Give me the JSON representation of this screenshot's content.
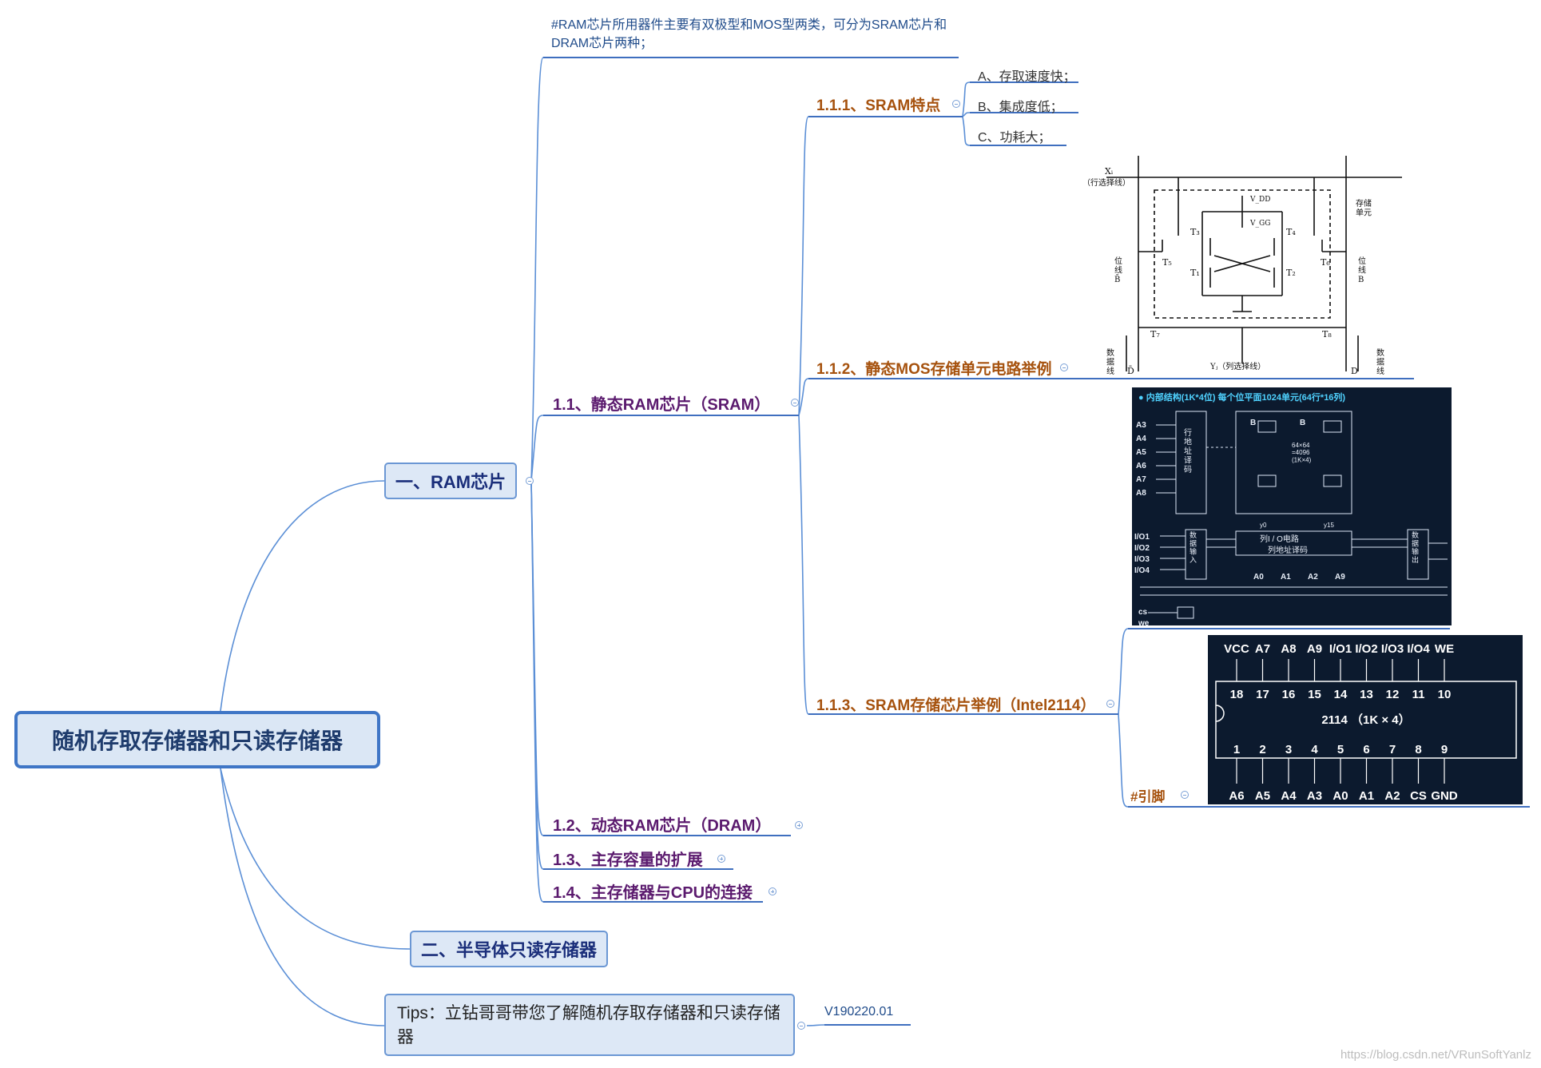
{
  "root": {
    "label": "随机存取存储器和只读存储器"
  },
  "branch1": {
    "label": "一、RAM芯片",
    "note": "#RAM芯片所用器件主要有双极型和MOS型两类，可分为SRAM芯片和DRAM芯片两种；",
    "sram": {
      "label": "1.1、静态RAM芯片（SRAM）",
      "feature": {
        "label": "1.1.1、SRAM特点",
        "items": [
          "A、存取速度快；",
          "B、集成度低；",
          "C、功耗大；"
        ]
      },
      "circuit": {
        "label": "1.1.2、静态MOS存储单元电路举例",
        "image": {
          "xi": "Xᵢ",
          "row_line": "（行选择线）",
          "vdd": "V_DD",
          "vgg": "V_GG",
          "t3": "T₃",
          "t4": "T₄",
          "t5": "T₅",
          "t6": "T₆",
          "t1": "T₁",
          "t2": "T₂",
          "t7": "T₇",
          "t8": "T₈",
          "cell": "存储\n单元",
          "bit_b_bar": "位\n线\nB̄",
          "bit_b": "位\n线\nB",
          "data_left": "数\n据\n线",
          "data_right": "数\n据\n线",
          "d_bar": "D̄",
          "d": "D",
          "yj": "Yⱼ（列选择线）"
        }
      },
      "chip": {
        "label": "1.1.3、SRAM存储芯片举例（Intel2114）",
        "structure": {
          "title": "● 内部结构(1K*4位)  每个位平面1024单元(64行*16列)",
          "addr_left": [
            "A3",
            "A4",
            "A5",
            "A6",
            "A7",
            "A8"
          ],
          "row_decoder": "行\n地\n址\n译\n码",
          "io": [
            "I/O1",
            "I/O2",
            "I/O3",
            "I/O4"
          ],
          "data_in": "数\n据\n输\n入",
          "data_out": "数\n据\n输\n出",
          "b1": "B",
          "b2": "B",
          "array": "64×64\n=4096\n(1K×4)",
          "y0": "y0",
          "y15": "y15",
          "col_circuit": "列I / O电路",
          "col_decoder": "列地址译码",
          "addr_bottom": [
            "A0",
            "A1",
            "A2",
            "A9"
          ],
          "cs": "cs",
          "we": "we"
        },
        "pins_label": "#引脚",
        "pins": {
          "top_names": [
            "VCC",
            "A7",
            "A8",
            "A9",
            "I/O1",
            "I/O2",
            "I/O3",
            "I/O4",
            "WE"
          ],
          "top_numbers": [
            "18",
            "17",
            "16",
            "15",
            "14",
            "13",
            "12",
            "11",
            "10"
          ],
          "chip_name": "2114 （1K × 4）",
          "bottom_numbers": [
            "1",
            "2",
            "3",
            "4",
            "5",
            "6",
            "7",
            "8",
            "9"
          ],
          "bottom_names": [
            "A6",
            "A5",
            "A4",
            "A3",
            "A0",
            "A1",
            "A2",
            "CS",
            "GND"
          ]
        }
      }
    },
    "others": [
      {
        "label": "1.2、动态RAM芯片（DRAM）"
      },
      {
        "label": "1.3、主存容量的扩展"
      },
      {
        "label": "1.4、主存储器与CPU的连接"
      }
    ]
  },
  "branch2": {
    "label": "二、半导体只读存储器"
  },
  "tips": {
    "label": "Tips：立钻哥哥带您了解随机存取存储器和只读存储器",
    "version": "V190220.01"
  },
  "watermark": "https://blog.csdn.net/VRunSoftYanlz",
  "colors": {
    "line": "#5b8fd6",
    "underline": "#3f6fbf",
    "root_border": "#3f76c6",
    "image_bg": "#0c1a2e"
  }
}
